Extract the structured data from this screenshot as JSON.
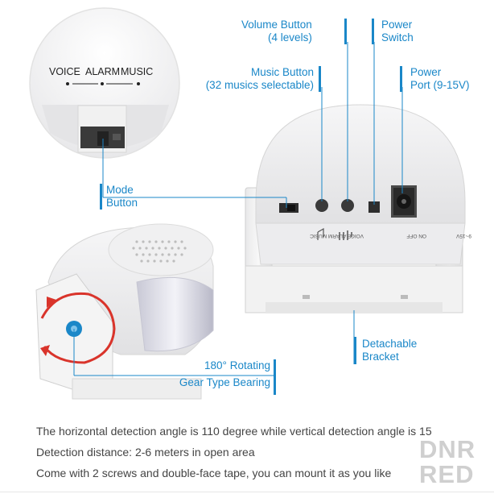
{
  "callouts": {
    "volume": [
      "Volume Button",
      "(4 levels)"
    ],
    "power_switch": [
      "Power",
      "Switch"
    ],
    "music": [
      "Music Button",
      "(32 musics selectable)"
    ],
    "power_port": [
      "Power",
      "Port (9-15V)"
    ],
    "mode": [
      "Mode",
      "Button"
    ],
    "bracket": [
      "Detachable",
      "Bracket"
    ],
    "rotating": [
      "180° Rotating",
      "Gear Type Bearing"
    ]
  },
  "inset_labels": {
    "voice": "VOICE",
    "alarm": "ALARM",
    "music": "MUSIC"
  },
  "device_markings": {
    "mode": "VOICE ALARM MUSIC",
    "switch": "ON  OFF",
    "port": "9~15V"
  },
  "description": [
    "The horizontal detection angle is 110 degree while vertical detection angle is 15",
    "Detection distance: 2-6 meters in open area",
    "Come with 2 screws and double-face tape, you can mount it as you like"
  ],
  "watermark": [
    "DNR",
    "RED"
  ],
  "colors": {
    "accent": "#1a87c8",
    "rotation_arrow": "#d9342b",
    "watermark": "#cfcfcf"
  }
}
